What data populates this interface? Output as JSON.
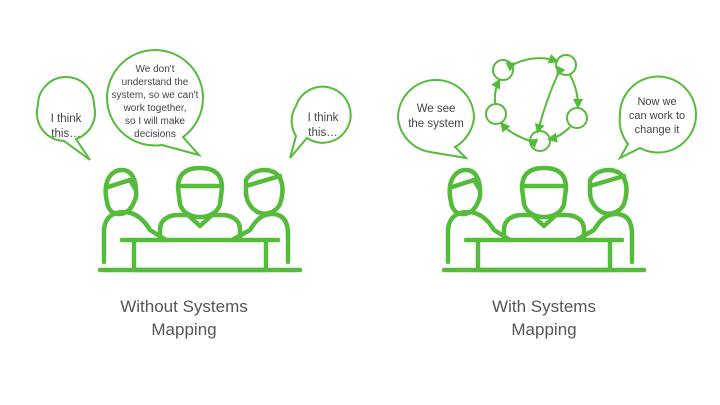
{
  "colors": {
    "accent": "#55bb3a",
    "text": "#444444",
    "caption": "#555555",
    "background": "#ffffff"
  },
  "left": {
    "bubbles": [
      {
        "text": "I think\nthis…"
      },
      {
        "text": "We don't\nunderstand the\nsystem, so we can't\nwork together,\nso I will make\ndecisions"
      },
      {
        "text": "I think\nthis…"
      }
    ],
    "caption": "Without Systems\nMapping",
    "icon": "team-meeting-icon"
  },
  "right": {
    "bubbles": [
      {
        "text": "We see\nthe system"
      },
      {
        "text": "Now we\ncan work to\nchange it"
      }
    ],
    "caption": "With Systems\nMapping",
    "icon": "team-meeting-icon",
    "system_icon": "system-loop-icon"
  }
}
